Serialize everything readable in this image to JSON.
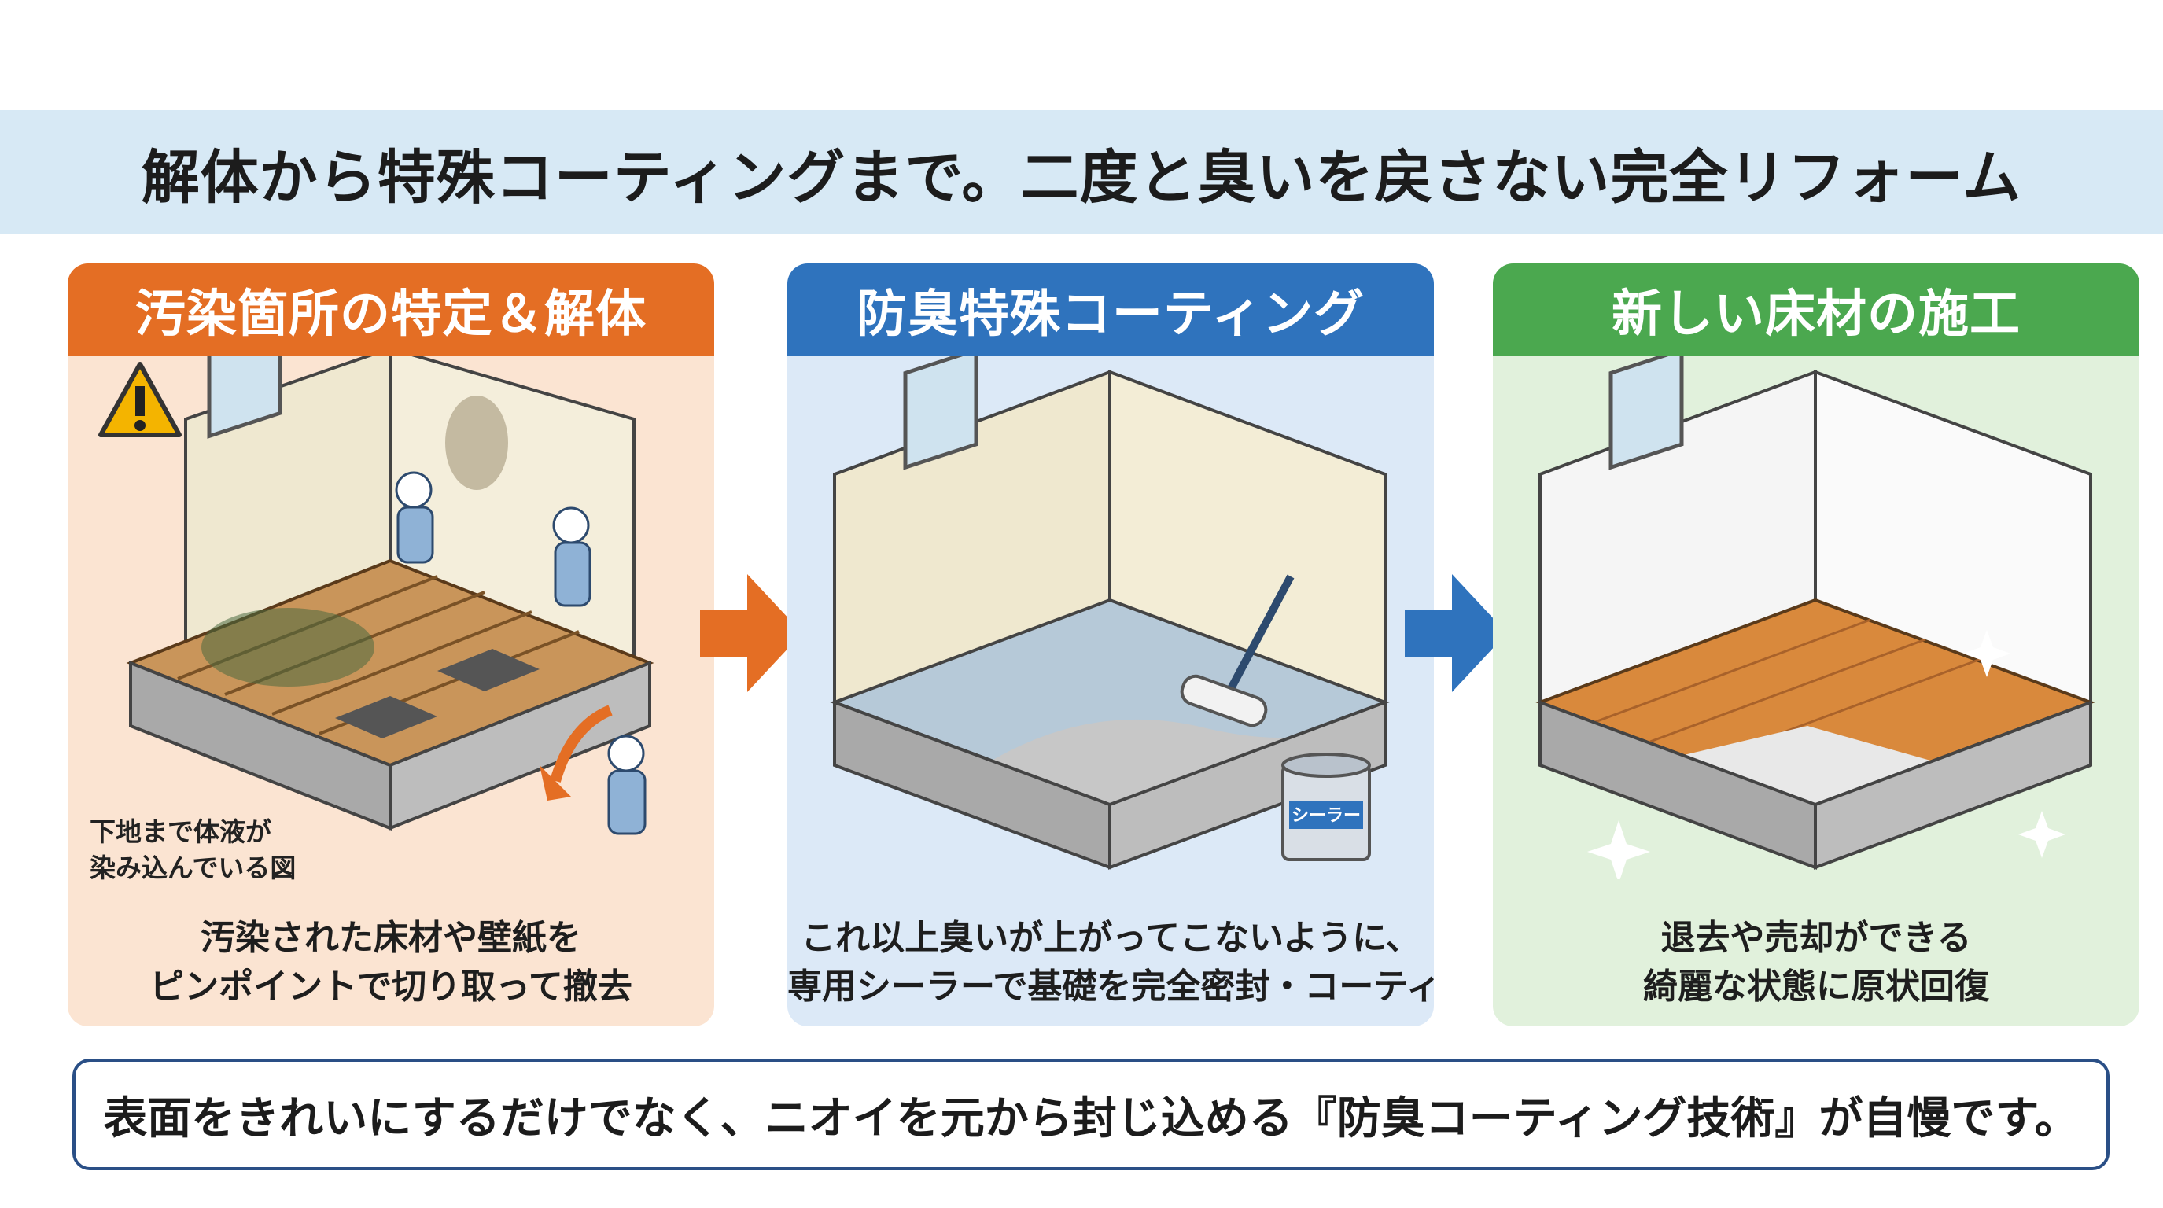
{
  "title": "解体から特殊コーティングまで。二度と臭いを戻さない完全リフォーム",
  "steps": [
    {
      "heading": "汚染箇所の特定＆解体",
      "annotation": [
        "下地まで体液が",
        "染み込んでいる図"
      ],
      "caption": [
        "汚染された床材や壁紙を",
        "ピンポイントで切り取って撤去"
      ]
    },
    {
      "heading": "防臭特殊コーティング",
      "can_label": "シーラー",
      "caption": [
        "これ以上臭いが上がってこないように、",
        "専用シーラーで基礎を完全密封・コーティング"
      ]
    },
    {
      "heading": "新しい床材の施工",
      "caption": [
        "退去や売却ができる",
        "綺麗な状態に原状回復"
      ]
    }
  ],
  "footer": "表面をきれいにするだけでなく、ニオイを元から封じ込める『防臭コーティング技術』が自慢です。",
  "colors": {
    "step1": "#e46e24",
    "step2": "#2f73bd",
    "step3": "#4ba84f",
    "arrow1": "#e46e24",
    "arrow2": "#2f73bd"
  },
  "icons": [
    "warning-icon",
    "arrow-right-icon",
    "sparkle-icon"
  ]
}
